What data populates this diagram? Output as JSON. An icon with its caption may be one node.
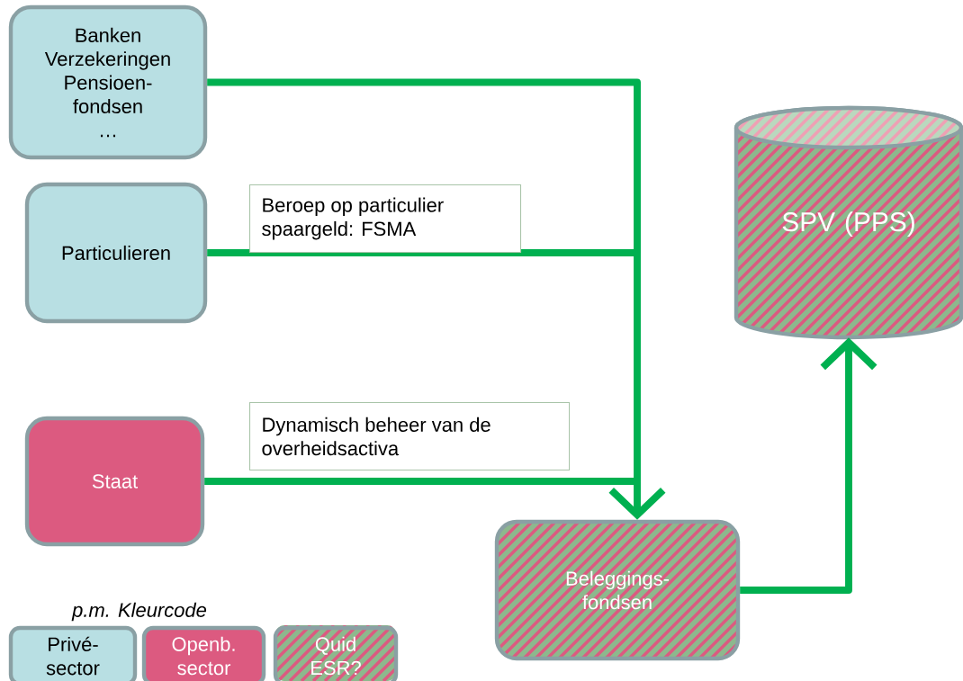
{
  "diagram": {
    "nodes": [
      {
        "text": [
          "Banken",
          "Verzekeringen",
          "Pensioen- fondsen",
          "…"
        ]
      },
      {
        "text": [
          "Particulieren"
        ]
      },
      {
        "text": [
          "Staat"
        ]
      },
      {
        "text": [
          "Beleggings- fondsen"
        ]
      },
      {
        "text": [
          "SPV (PPS)"
        ]
      }
    ],
    "edges": [
      {
        "from": 0,
        "to": 3,
        "arrow": "to"
      },
      {
        "from": 1,
        "to": 3,
        "arrow": "to",
        "label": "Beroep op particulier spaargeld: FSMA"
      },
      {
        "from": 2,
        "to": 3,
        "arrow": "to",
        "label": "Dynamisch beheer van de overheidsactiva"
      },
      {
        "from": 3,
        "to": 4,
        "arrow": "to"
      }
    ],
    "labels": [
      "p.m. Kleurcode"
    ],
    "legend": [
      {
        "text": "Privé- sector",
        "color": "#b8dfe3"
      },
      {
        "text": "Openb. sector",
        "color": "#dc5a80"
      },
      {
        "text": "Quid ESR?"
      }
    ]
  }
}
